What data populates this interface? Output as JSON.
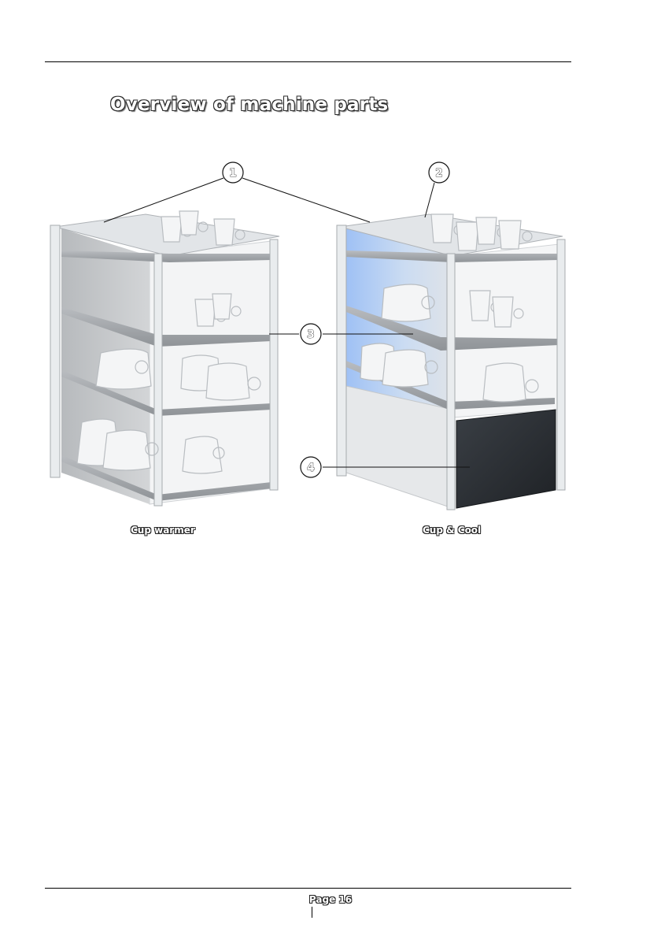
{
  "document": {
    "title": "Overview of machine parts",
    "captions": {
      "left": "Cup warmer",
      "right": "Cup & Cool"
    },
    "callouts": [
      "1",
      "2",
      "3",
      "4"
    ],
    "page_label": "Page 16"
  },
  "colors": {
    "frame": "#e9ecee",
    "shelf": "#a9adb1",
    "back_panel": "#c7cacd",
    "glow": "#8fb6f2",
    "drawer": "#2a2e33",
    "cup": "#f4f5f6"
  }
}
